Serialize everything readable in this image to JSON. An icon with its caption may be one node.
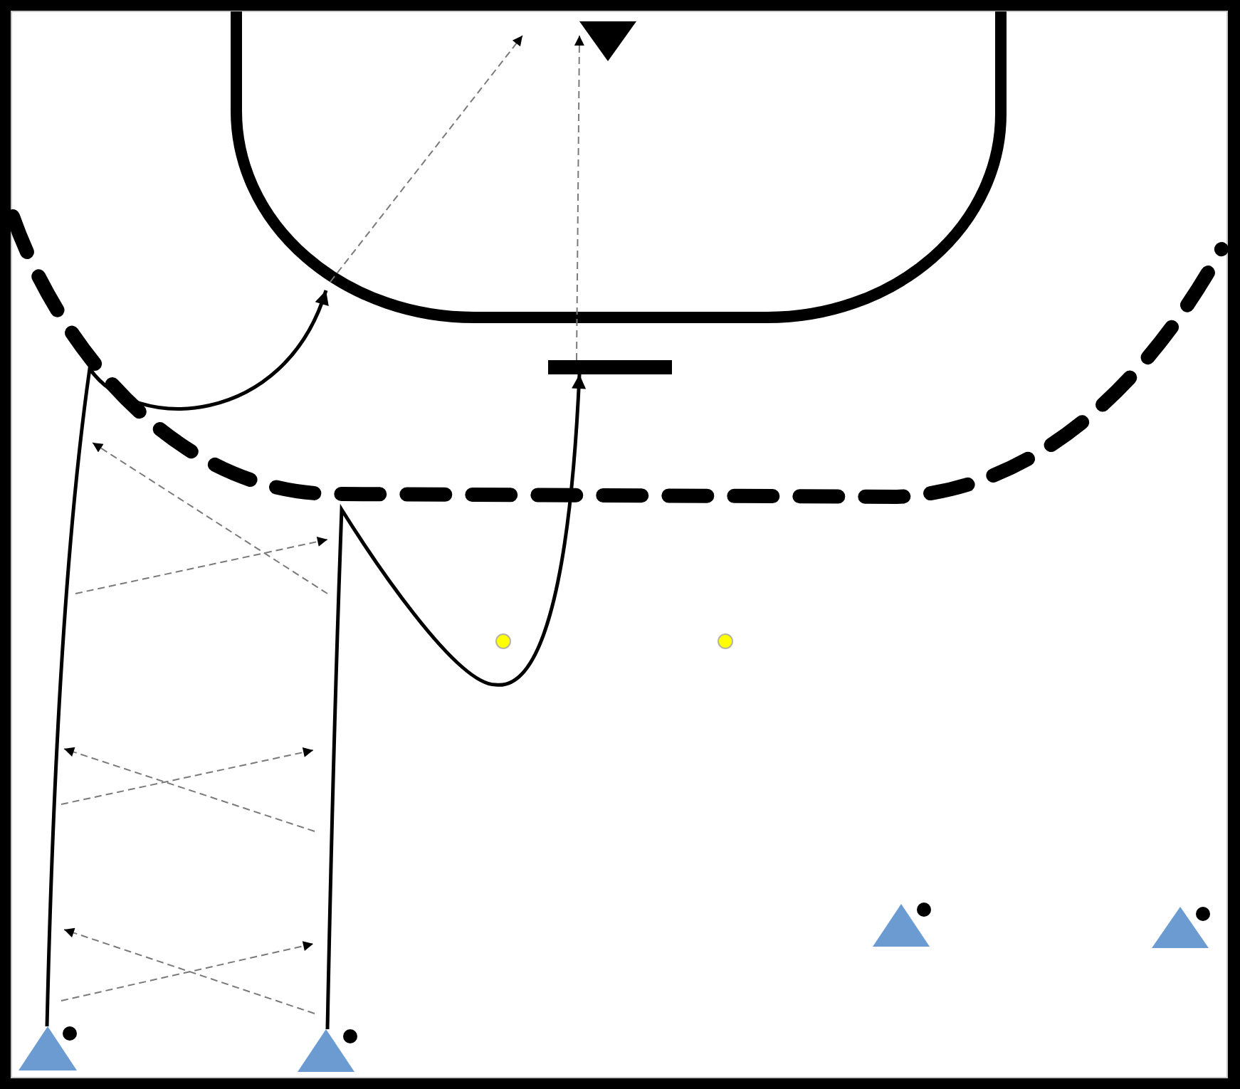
{
  "diagram": {
    "nodes": [
      {
        "text": [],
        "shape": "triangle"
      },
      {
        "text": [],
        "shape": "bar"
      },
      {
        "text": [],
        "shape": "circle"
      },
      {
        "text": [],
        "shape": "circle"
      },
      {
        "text": [],
        "shape": "triangle"
      },
      {
        "text": [],
        "shape": "circle"
      },
      {
        "text": [],
        "shape": "triangle"
      },
      {
        "text": [],
        "shape": "circle"
      },
      {
        "text": [],
        "shape": "triangle"
      },
      {
        "text": [],
        "shape": "circle"
      },
      {
        "text": [],
        "shape": "triangle"
      },
      {
        "text": [],
        "shape": "circle"
      }
    ],
    "edges": [
      {
        "from": 8,
        "to": null,
        "arrow": "to"
      },
      {
        "from": 10,
        "to": 1,
        "arrow": "to"
      },
      {
        "from": 1,
        "to": 0,
        "arrow": "to",
        "style": "dashed",
        "color": "#7a7a7a"
      }
    ]
  }
}
